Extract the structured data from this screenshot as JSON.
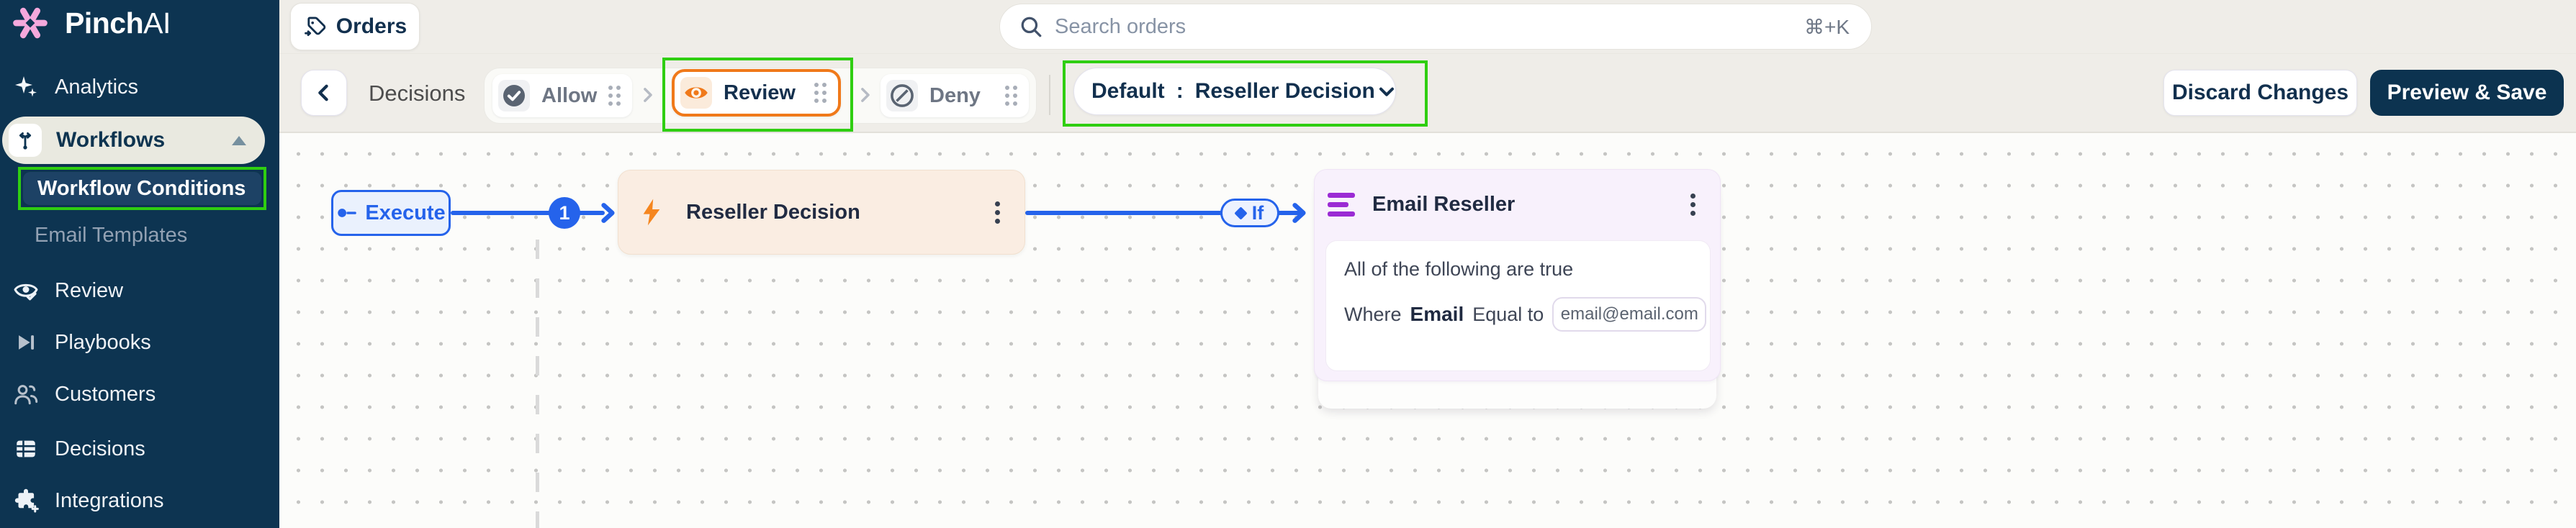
{
  "sidebar": {
    "brand": {
      "primary": "Pinch",
      "secondary": "AI"
    },
    "items": [
      {
        "label": "Analytics",
        "icon": "sparkles-icon"
      },
      {
        "label": "Workflows",
        "icon": "branch-arrows-icon",
        "expanded": true
      },
      {
        "label": "Workflow Conditions",
        "selected": true
      },
      {
        "label": "Email Templates"
      },
      {
        "label": "Review",
        "icon": "eye-check-icon"
      },
      {
        "label": "Playbooks",
        "icon": "skip-forward-icon"
      },
      {
        "label": "Customers",
        "icon": "users-icon"
      },
      {
        "label": "Decisions",
        "icon": "table-icon"
      },
      {
        "label": "Integrations",
        "icon": "puzzle-plus-icon"
      }
    ]
  },
  "topbar": {
    "orders_button": "Orders",
    "search": {
      "placeholder": "Search orders",
      "shortcut": "⌘+K"
    }
  },
  "toolbar": {
    "back_label": "Decisions",
    "decision_steps": [
      {
        "label": "Allow",
        "icon": "check-circle-icon"
      },
      {
        "label": "Review",
        "icon": "eye-icon",
        "active": true
      },
      {
        "label": "Deny",
        "icon": "slash-circle-icon"
      }
    ],
    "default_selector": {
      "prefix": "Default",
      "separator": ":",
      "value": "Reseller Decision"
    },
    "discard_button": "Discard Changes",
    "save_button": "Preview & Save"
  },
  "canvas": {
    "execute_node": "Execute",
    "connection_badge": "1",
    "decision_node": {
      "title": "Reseller Decision"
    },
    "if_badge": "If",
    "email_node": {
      "title": "Email Reseller",
      "rule_header": "All of the following are true",
      "rule": {
        "where": "Where",
        "field": "Email",
        "operator": "Equal to",
        "value": "email@email.com"
      }
    }
  },
  "colors": {
    "sidebar_navy": "#0D3451",
    "accent_blue": "#2563EB",
    "accent_orange": "#F0791A",
    "accent_purple": "#9B2BD4",
    "annotation_green": "#2FCE11",
    "topbar_beige": "#EFEDE8"
  }
}
